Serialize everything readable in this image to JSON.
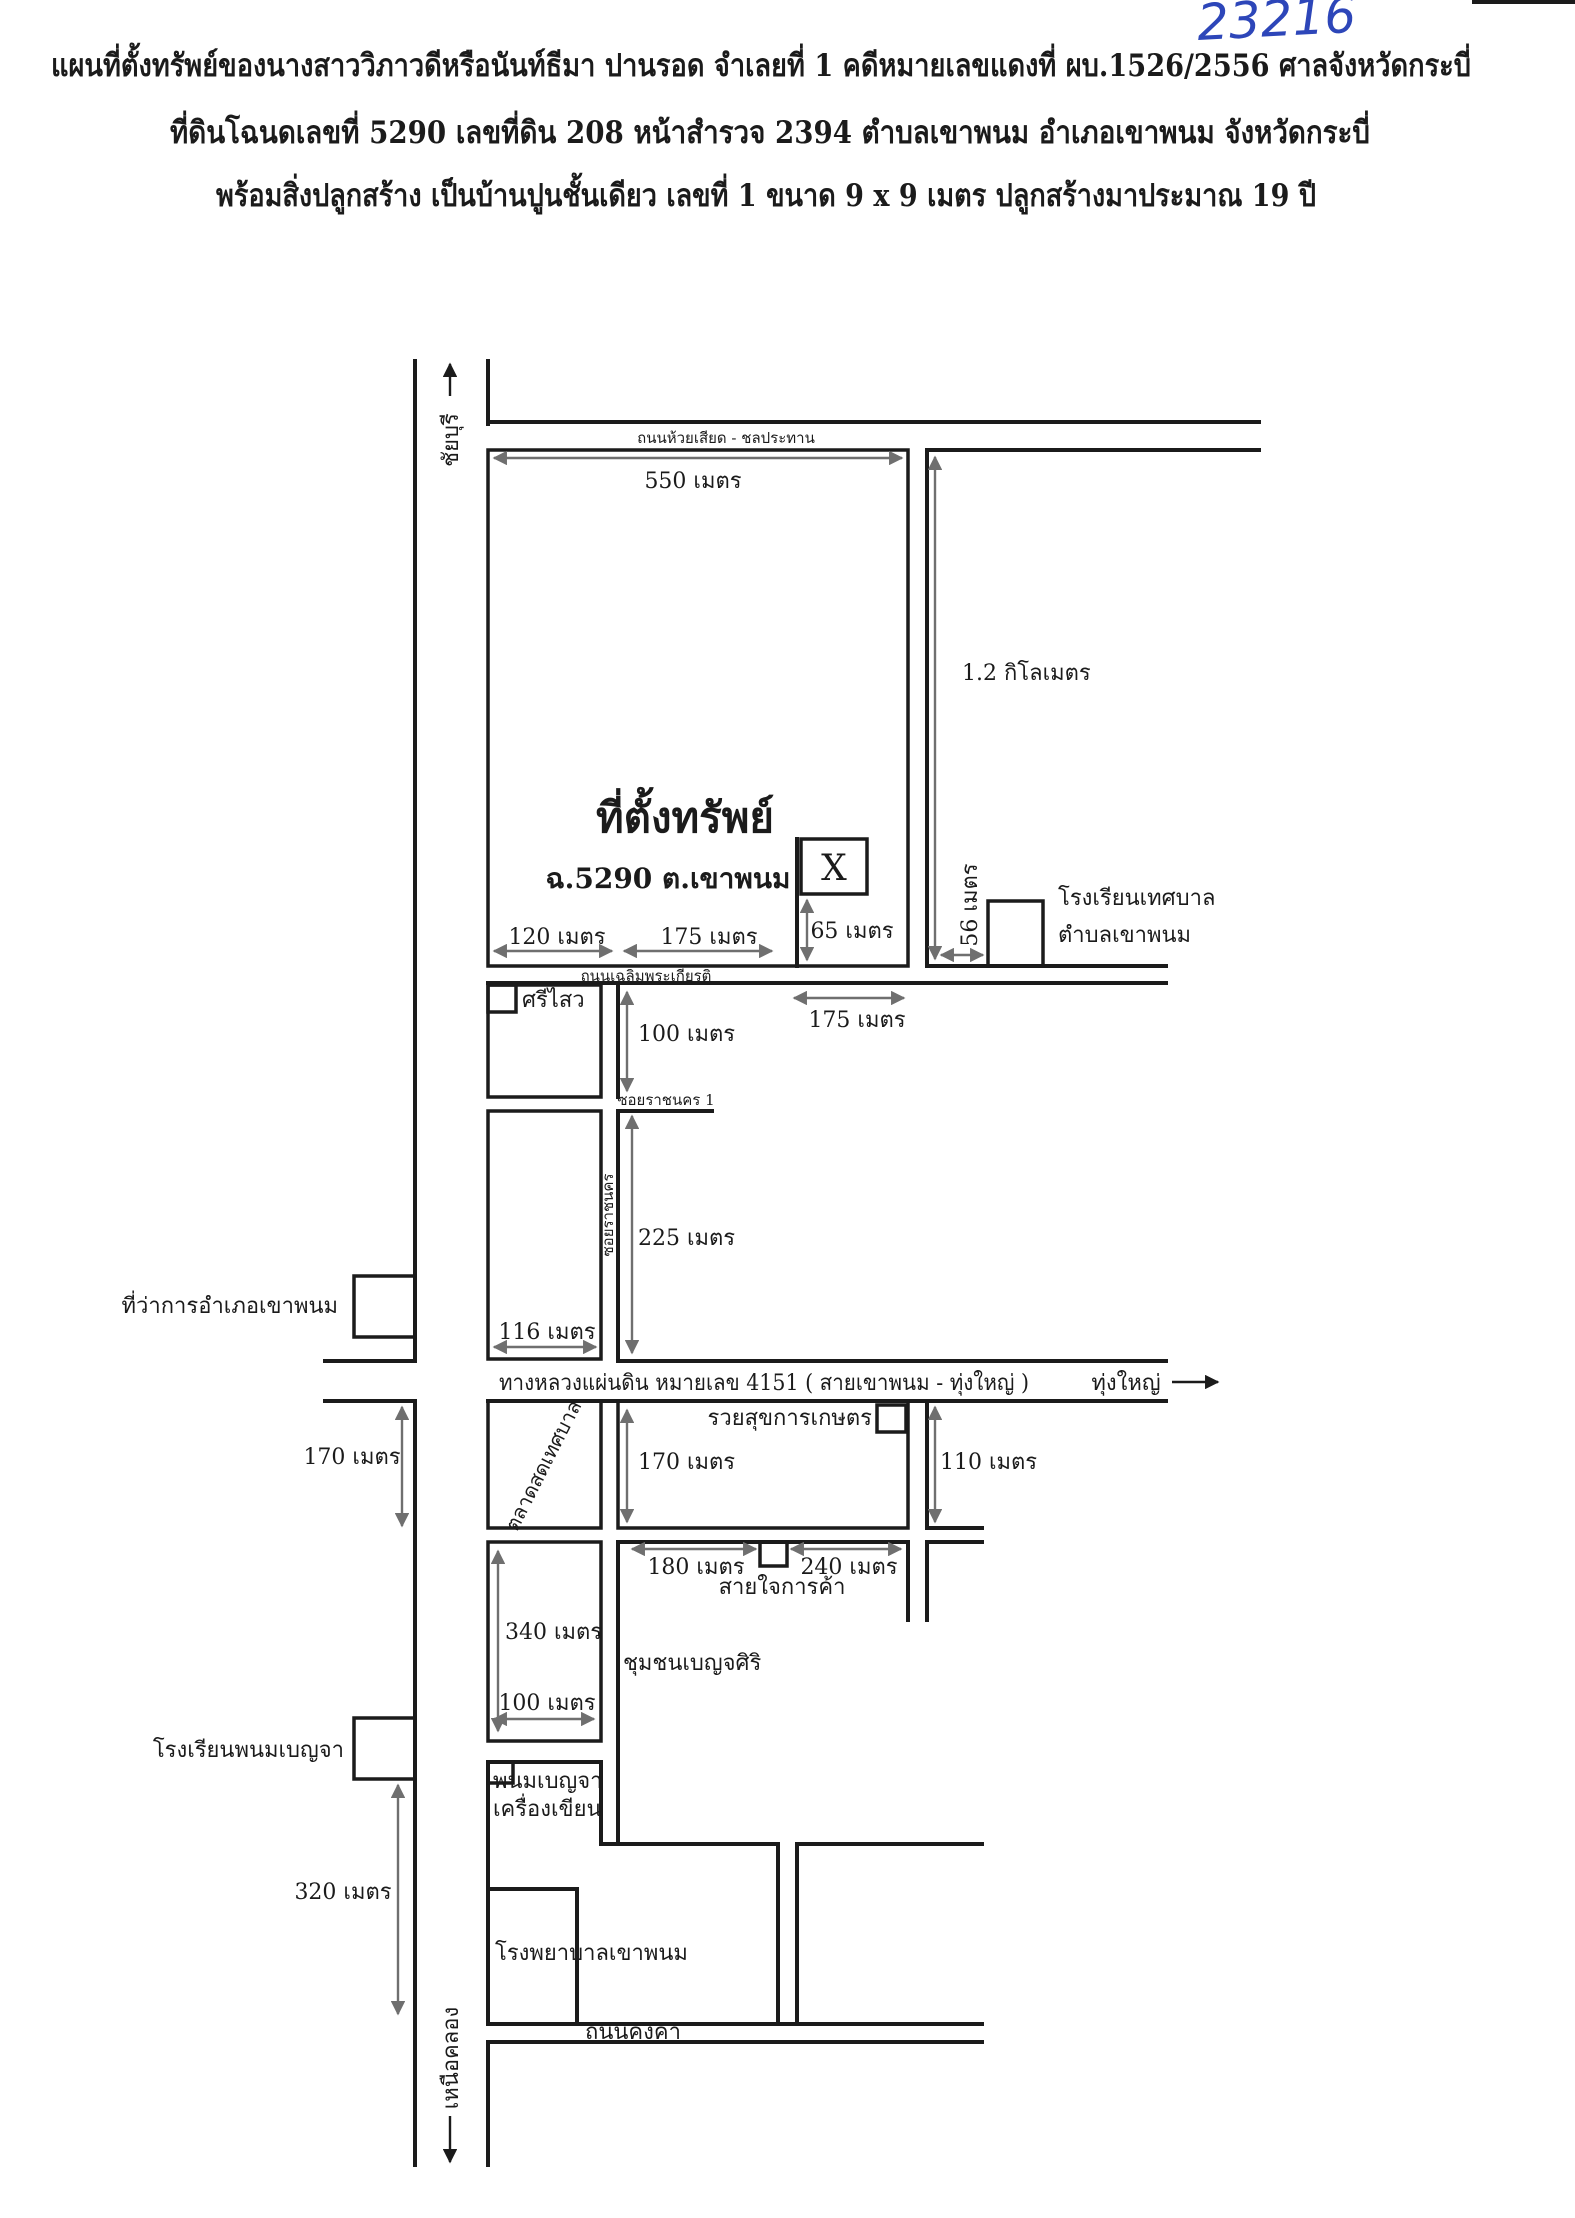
{
  "header": {
    "line1": "แผนที่ตั้งทรัพย์ของนางสาววิภาวดีหรือนันท์ธีมา  ปานรอด จำเลยที่ 1 คดีหมายเลขแดงที่ ผบ.1526/2556  ศาลจังหวัดกระบี่",
    "line2": "ที่ดินโฉนดเลขที่ 5290  เลขที่ดิน 208  หน้าสำรวจ 2394   ตำบลเขาพนม  อำเภอเขาพนม  จังหวัดกระบี่",
    "line3": "พร้อมสิ่งปลูกสร้าง เป็นบ้านปูนชั้นเดียว เลขที่ 1  ขนาด 9 x 9 เมตร ปลูกสร้างมาประมาณ 19 ปี",
    "handwritten_number": "23216"
  },
  "roads": {
    "north_direction": "ชัยบุรี",
    "south_direction": "เหนือคลอง",
    "top_road": "ถนนห้วยเสียด - ชลประทาน",
    "chaloem_road": "ถนนเฉลิมพระเกียรติ",
    "soi_1": "ซอยราชนคร 1",
    "soi": "ซอยราชนคร",
    "highway": "ทางหลวงแผ่นดิน หมายเลข 4151 ( สายเขาพนม - ทุ่งใหญ่ )",
    "highway_east": "ทุ่งใหญ่",
    "khongkha_road": "ถนนคงคา"
  },
  "property": {
    "title": "ที่ตั้งทรัพย์",
    "deed": "ฉ.5290 ต.เขาพนม",
    "marker": "X"
  },
  "landmarks": {
    "sri_sawai": "ศรีไสว",
    "municipal_school_1": "โรงเรียนเทศบาล",
    "municipal_school_2": "ตำบลเขาพนม",
    "district_office": "ที่ว่าการอำเภอเขาพนม",
    "fresh_market": "ตลาดสดเทศบาล",
    "ruaysuk": "รวยสุขการเกษตร",
    "saijai": "สายใจการค้า",
    "community": "ชุมชนเบญจศิริ",
    "phanom_school": "โรงเรียนพนมเบญจา",
    "stationery_1": "พนมเบญจา",
    "stationery_2": "เครื่องเขียน",
    "hospital": "โรงพยาบาลเขาพนม"
  },
  "distances": {
    "top_width": "550 เมตร",
    "road_length": "1.2 กิโลเมตร",
    "left_120": "120 เมตร",
    "mid_175": "175 เมตร",
    "marker_65": "65 เมตร",
    "school_56": "56 เมตร",
    "road_175": "175 เมตร",
    "soi_100": "100 เมตร",
    "soi_225": "225 เมตร",
    "block_116": "116 เมตร",
    "left_170": "170 เมตร",
    "market_170": "170 เมตร",
    "right_110": "110 เมตร",
    "saijai_180": "180 เมตร",
    "saijai_240": "240 เมตร",
    "block_340": "340 เมตร",
    "block_100": "100 เมตร",
    "left_320": "320 เมตร"
  },
  "colors": {
    "ink": "#1b1b1b",
    "arrow": "#6f6f6f",
    "handwriting": "#2d46b9",
    "paper": "#ffffff"
  }
}
